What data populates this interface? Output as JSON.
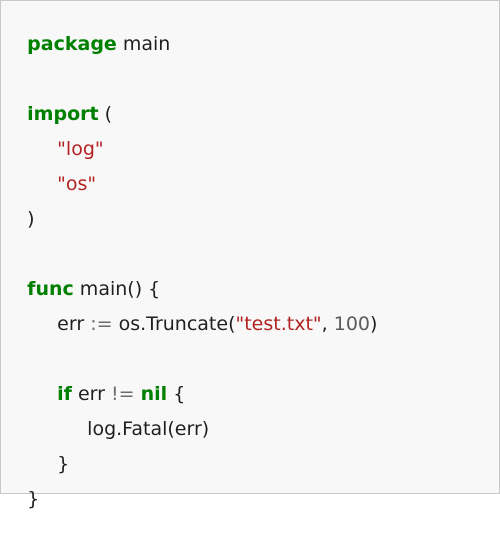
{
  "lines": [
    {
      "tokens": [
        {
          "t": "package",
          "c": "kw"
        },
        {
          "t": " main",
          "c": ""
        }
      ]
    },
    {
      "tokens": []
    },
    {
      "tokens": [
        {
          "t": "import",
          "c": "kw"
        },
        {
          "t": " (",
          "c": ""
        }
      ]
    },
    {
      "tokens": [
        {
          "t": "\"log\"",
          "c": "str"
        }
      ]
    },
    {
      "tokens": [
        {
          "t": "\"os\"",
          "c": "str"
        }
      ]
    },
    {
      "tokens": [
        {
          "t": ")",
          "c": ""
        }
      ]
    },
    {
      "tokens": []
    },
    {
      "tokens": [
        {
          "t": "func",
          "c": "kw"
        },
        {
          "t": " main() {",
          "c": ""
        }
      ]
    },
    {
      "tokens": [
        {
          "t": "err ",
          "c": ""
        },
        {
          "t": ":=",
          "c": "op"
        },
        {
          "t": " os.Truncate(",
          "c": ""
        },
        {
          "t": "\"test.txt\"",
          "c": "str"
        },
        {
          "t": ", ",
          "c": ""
        },
        {
          "t": "100",
          "c": "num"
        },
        {
          "t": ")",
          "c": ""
        }
      ]
    },
    {
      "tokens": []
    },
    {
      "tokens": [
        {
          "t": "if",
          "c": "kw"
        },
        {
          "t": " err ",
          "c": ""
        },
        {
          "t": "!=",
          "c": "op"
        },
        {
          "t": " ",
          "c": ""
        },
        {
          "t": "nil",
          "c": "kw"
        },
        {
          "t": " {",
          "c": ""
        }
      ]
    },
    {
      "tokens": [
        {
          "t": "log.Fatal(err)",
          "c": ""
        }
      ]
    },
    {
      "tokens": [
        {
          "t": "}",
          "c": ""
        }
      ]
    },
    {
      "tokens": [
        {
          "t": "}",
          "c": ""
        }
      ]
    }
  ]
}
